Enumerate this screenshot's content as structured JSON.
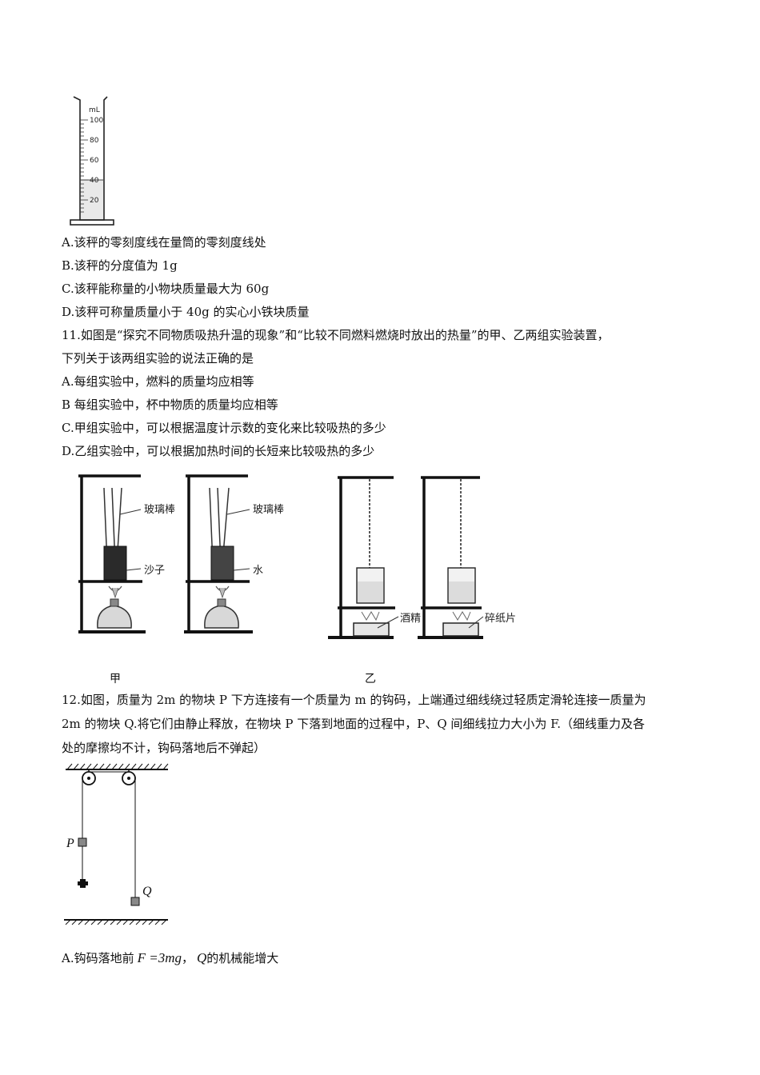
{
  "q10": {
    "cylinder_unit": "mL",
    "cylinder_ticks": [
      "100",
      "80",
      "60",
      "40",
      "20"
    ],
    "options": [
      "A.该秤的零刻度线在量筒的零刻度线处",
      "B.该秤的分度值为 1g",
      "C.该秤能称量的小物块质量最大为 60g",
      "D.该秤可称量质量小于 40g 的实心小铁块质量"
    ]
  },
  "q11": {
    "stem_line1": "11.如图是“探究不同物质吸热升温的现象”和“比较不同燃料燃烧时放出的热量”的甲、乙两组实验装置，",
    "stem_line2": "下列关于该两组实验的说法正确的是",
    "options": [
      "A.每组实验中，燃料的质量均应相等",
      "B 每组实验中，杯中物质的质量均应相等",
      "C.甲组实验中，可以根据温度计示数的变化来比较吸热的多少",
      "D.乙组实验中，可以根据加热时间的长短来比较吸热的多少"
    ],
    "labels": {
      "glass_rod_1": "玻璃棒",
      "sand": "沙子",
      "glass_rod_2": "玻璃棒",
      "water": "水",
      "alcohol": "酒精",
      "paper": "碎纸片"
    },
    "caption_jia": "甲",
    "caption_yi": "乙"
  },
  "q12": {
    "stem_line1": "12.如图，质量为 2m 的物块 P 下方连接有一个质量为 m 的钩码，上端通过细线绕过轻质定滑轮连接一质量为",
    "stem_line2": "2m 的物块 Q.将它们由静止释放，在物块 P 下落到地面的过程中，P、Q 间细线拉力大小为 F.（细线重力及各",
    "stem_line3": "处的摩擦均不计，钩码落地后不弹起）",
    "label_p": "P",
    "label_q": "Q",
    "option_a_prefix": "A.钩码落地前",
    "option_a_formula": "F =3mg",
    "option_a_sep": "，",
    "option_a_var": "Q",
    "option_a_suffix": "的机械能增大"
  }
}
